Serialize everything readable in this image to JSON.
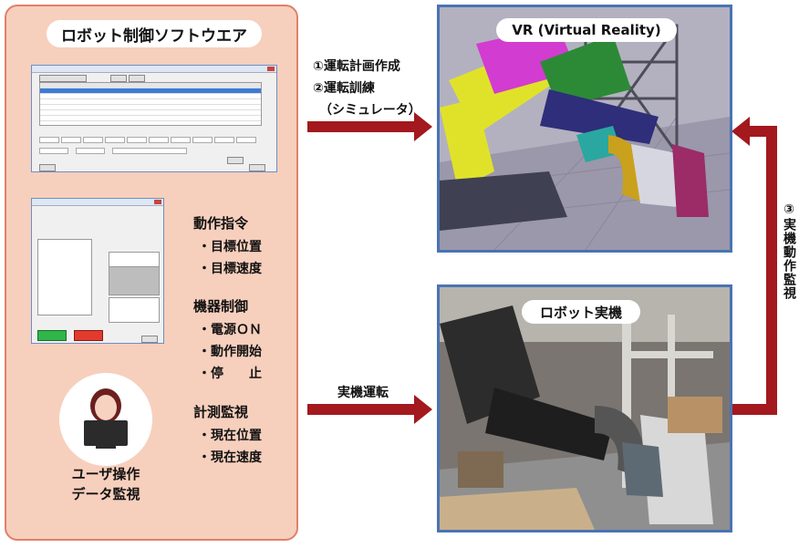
{
  "left_panel": {
    "title": "ロボット制御ソフトウエア",
    "motion_command": {
      "heading": "動作指令",
      "items": [
        "・目標位置",
        "・目標速度"
      ]
    },
    "device_control": {
      "heading": "機器制御",
      "items": [
        "・電源ＯＮ",
        "・動作開始",
        "・停　　止"
      ]
    },
    "monitoring": {
      "heading": "計測監視",
      "items": [
        "・現在位置",
        "・現在速度"
      ]
    },
    "user": {
      "line1": "ユーザ操作",
      "line2": "データ監視"
    }
  },
  "arrows": {
    "top_line1": "①運転計画作成",
    "top_line2": "②運転訓練",
    "top_line3": "（シミュレータ）",
    "bottom": "実機運転",
    "right_vertical": "③実機動作監視"
  },
  "vr_box": {
    "title": "VR (Virtual Reality)"
  },
  "real_box": {
    "title": "ロボット実機"
  },
  "colors": {
    "panel_bg": "#f7cfbd",
    "panel_border": "#e0806a",
    "arrow": "#a3191d",
    "box_border": "#4a73b4"
  }
}
